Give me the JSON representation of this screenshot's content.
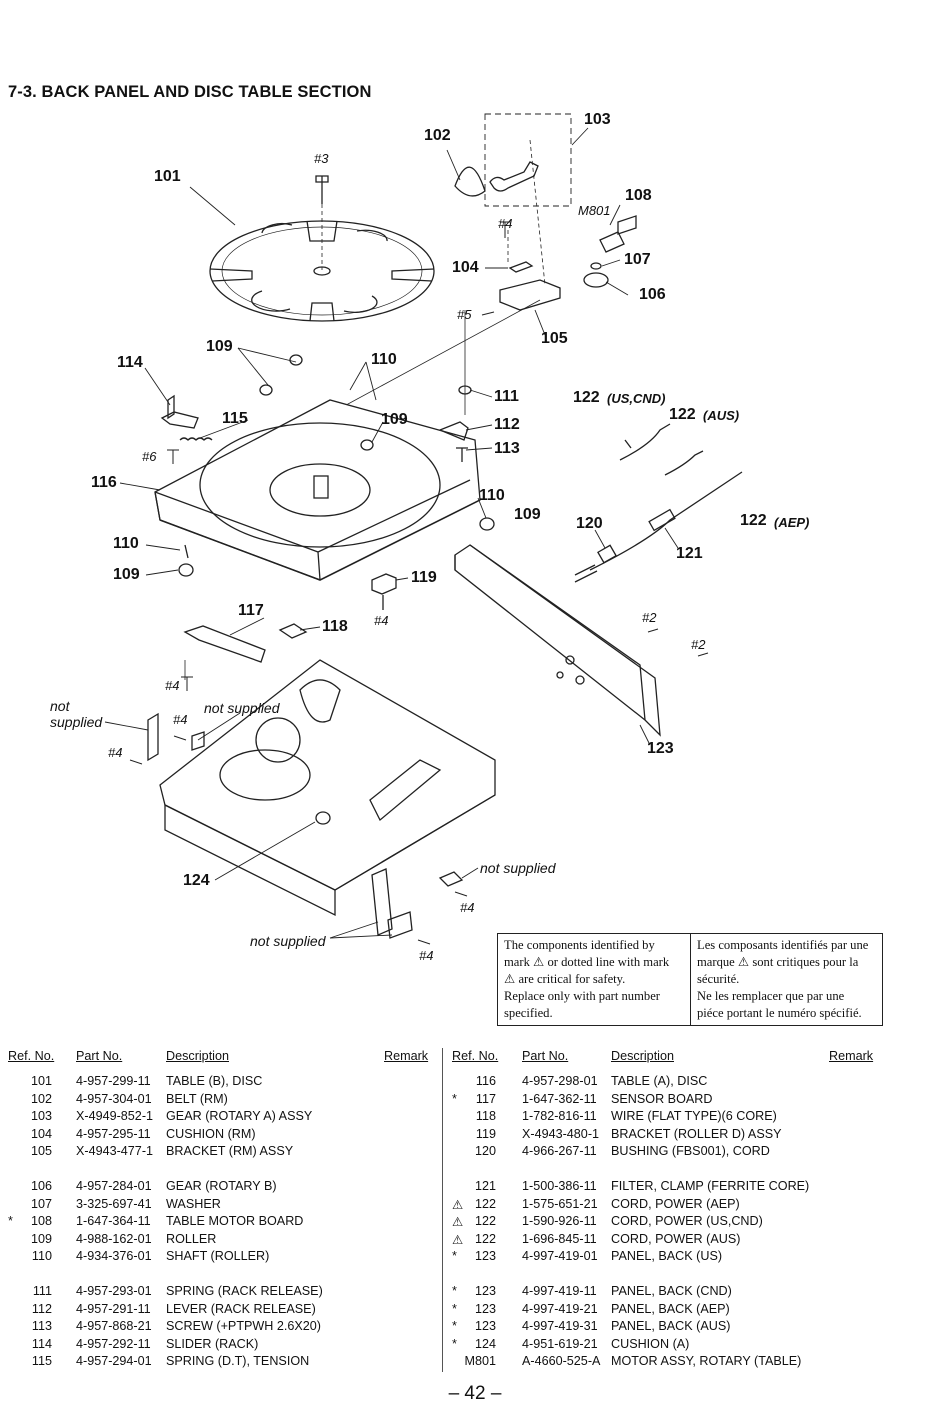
{
  "title": "7-3. BACK PANEL AND DISC TABLE SECTION",
  "diagram": {
    "ref_labels": [
      "101",
      "102",
      "103",
      "104",
      "105",
      "106",
      "107",
      "108",
      "109",
      "109",
      "109",
      "109",
      "110",
      "110",
      "110",
      "111",
      "112",
      "113",
      "114",
      "115",
      "116",
      "117",
      "118",
      "119",
      "120",
      "121",
      "122",
      "122",
      "122",
      "123",
      "124"
    ],
    "variant_labels": [
      "(US,CND)",
      "(AUS)",
      "(AEP)"
    ],
    "screw_labels": [
      "#3",
      "#4",
      "#5",
      "#6",
      "#4",
      "#4",
      "#4",
      "#4",
      "#4",
      "#4",
      "#2",
      "#2"
    ],
    "motor_label": "M801",
    "not_supplied": [
      "not supplied",
      "not supplied",
      "not supplied",
      "not supplied"
    ]
  },
  "note": {
    "english": [
      "The components identified by",
      "mark ⚠ or dotted line with mark",
      "⚠ are critical for safety.",
      "Replace only with part number",
      "specified."
    ],
    "french": [
      "Les composants identifiés par une",
      "marque ⚠ sont critiques pour la",
      "sécurité.",
      "Ne les remplacer que par une",
      "piéce portant le numéro spécifié."
    ]
  },
  "table_headers": {
    "ref": "Ref. No.",
    "part": "Part No.",
    "desc": "Description",
    "remark": "Remark"
  },
  "parts_left": [
    [
      {
        "mark": "",
        "ref": "101",
        "part": "4-957-299-11",
        "desc": "TABLE (B), DISC"
      },
      {
        "mark": "",
        "ref": "102",
        "part": "4-957-304-01",
        "desc": "BELT (RM)"
      },
      {
        "mark": "",
        "ref": "103",
        "part": "X-4949-852-1",
        "desc": "GEAR (ROTARY A) ASSY"
      },
      {
        "mark": "",
        "ref": "104",
        "part": "4-957-295-11",
        "desc": "CUSHION (RM)"
      },
      {
        "mark": "",
        "ref": "105",
        "part": "X-4943-477-1",
        "desc": "BRACKET (RM) ASSY"
      }
    ],
    [
      {
        "mark": "",
        "ref": "106",
        "part": "4-957-284-01",
        "desc": "GEAR (ROTARY B)"
      },
      {
        "mark": "",
        "ref": "107",
        "part": "3-325-697-41",
        "desc": "WASHER"
      },
      {
        "mark": "*",
        "ref": "108",
        "part": "1-647-364-11",
        "desc": "TABLE MOTOR BOARD"
      },
      {
        "mark": "",
        "ref": "109",
        "part": "4-988-162-01",
        "desc": "ROLLER"
      },
      {
        "mark": "",
        "ref": "110",
        "part": "4-934-376-01",
        "desc": "SHAFT (ROLLER)"
      }
    ],
    [
      {
        "mark": "",
        "ref": "111",
        "part": "4-957-293-01",
        "desc": "SPRING (RACK RELEASE)"
      },
      {
        "mark": "",
        "ref": "112",
        "part": "4-957-291-11",
        "desc": "LEVER (RACK RELEASE)"
      },
      {
        "mark": "",
        "ref": "113",
        "part": "4-957-868-21",
        "desc": "SCREW (+PTPWH 2.6X20)"
      },
      {
        "mark": "",
        "ref": "114",
        "part": "4-957-292-11",
        "desc": "SLIDER (RACK)"
      },
      {
        "mark": "",
        "ref": "115",
        "part": "4-957-294-01",
        "desc": "SPRING (D.T), TENSION"
      }
    ]
  ],
  "parts_right": [
    [
      {
        "mark": "",
        "ref": "116",
        "part": "4-957-298-01",
        "desc": "TABLE (A), DISC"
      },
      {
        "mark": "*",
        "ref": "117",
        "part": "1-647-362-11",
        "desc": "SENSOR BOARD"
      },
      {
        "mark": "",
        "ref": "118",
        "part": "1-782-816-11",
        "desc": "WIRE (FLAT TYPE)(6 CORE)"
      },
      {
        "mark": "",
        "ref": "119",
        "part": "X-4943-480-1",
        "desc": "BRACKET (ROLLER D) ASSY"
      },
      {
        "mark": "",
        "ref": "120",
        "part": "4-966-267-11",
        "desc": "BUSHING (FBS001), CORD"
      }
    ],
    [
      {
        "mark": "",
        "ref": "121",
        "part": "1-500-386-11",
        "desc": "FILTER, CLAMP (FERRITE CORE)"
      },
      {
        "mark": "⚠",
        "ref": "122",
        "part": "1-575-651-21",
        "desc": "CORD, POWER (AEP)"
      },
      {
        "mark": "⚠",
        "ref": "122",
        "part": "1-590-926-11",
        "desc": "CORD, POWER (US,CND)"
      },
      {
        "mark": "⚠",
        "ref": "122",
        "part": "1-696-845-11",
        "desc": "CORD, POWER (AUS)"
      },
      {
        "mark": "*",
        "ref": "123",
        "part": "4-997-419-01",
        "desc": "PANEL, BACK (US)"
      }
    ],
    [
      {
        "mark": "*",
        "ref": "123",
        "part": "4-997-419-11",
        "desc": "PANEL, BACK (CND)"
      },
      {
        "mark": "*",
        "ref": "123",
        "part": "4-997-419-21",
        "desc": "PANEL, BACK (AEP)"
      },
      {
        "mark": "*",
        "ref": "123",
        "part": "4-997-419-31",
        "desc": "PANEL, BACK (AUS)"
      },
      {
        "mark": "*",
        "ref": "124",
        "part": "4-951-619-21",
        "desc": "CUSHION (A)"
      },
      {
        "mark": "",
        "ref": "M801",
        "part": "A-4660-525-A",
        "desc": "MOTOR ASSY, ROTARY (TABLE)"
      }
    ]
  ],
  "page_number": "– 42 –"
}
